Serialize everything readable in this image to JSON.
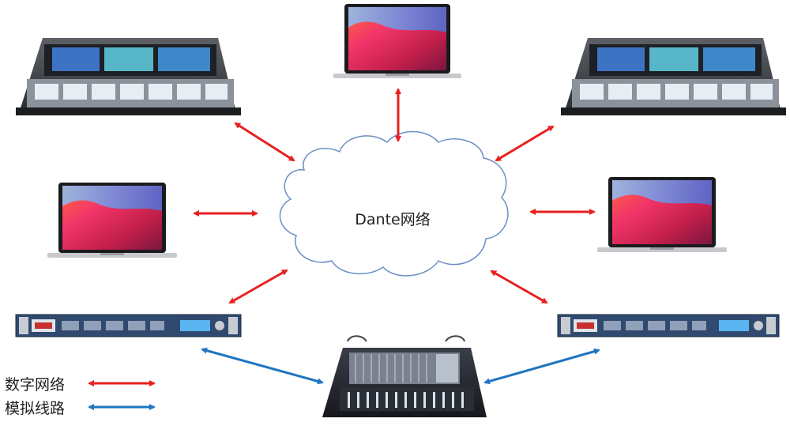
{
  "network": {
    "label": "Dante网络"
  },
  "legend": {
    "digital": "数字网络",
    "analog": "模拟线路"
  },
  "colors": {
    "digital": "#e8201f",
    "analog": "#1f75c0",
    "cloud_stroke": "#6b8fc7"
  },
  "devices": [
    {
      "kind": "digital-console",
      "name": "console-top-left"
    },
    {
      "kind": "laptop",
      "name": "laptop-top-center"
    },
    {
      "kind": "digital-console",
      "name": "console-top-right"
    },
    {
      "kind": "laptop",
      "name": "laptop-middle-left"
    },
    {
      "kind": "laptop",
      "name": "laptop-middle-right"
    },
    {
      "kind": "rack-processor",
      "name": "processor-left"
    },
    {
      "kind": "rack-processor",
      "name": "processor-right"
    },
    {
      "kind": "analog-mixer",
      "name": "analog-mixer-bottom"
    }
  ]
}
